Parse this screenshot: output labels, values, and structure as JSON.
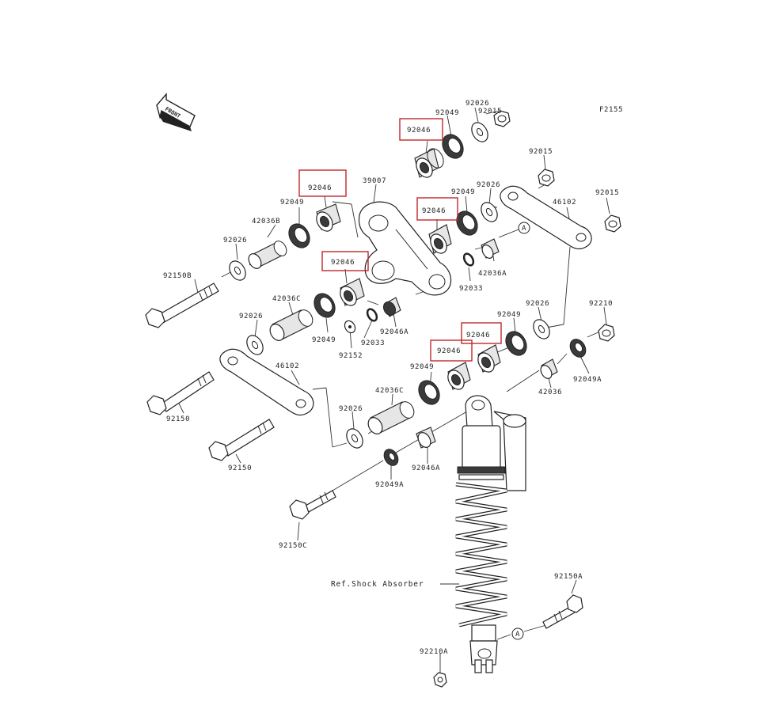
{
  "figure_code": "F2155",
  "front_label": "FRONT",
  "ref_label": "Ref.Shock Absorber",
  "circle_ref": "A",
  "highlight_color": "#c0282d",
  "labels": {
    "l92015a": "92015",
    "l92026a": "92026",
    "l92049a": "92049",
    "l92046a": "92046",
    "l92015b": "92015",
    "l92015c": "92015",
    "l46102a": "46102",
    "l92026b": "92026",
    "l92049b": "92049",
    "l92046b": "92046",
    "l39007": "39007",
    "l92046c": "92046",
    "l92049c": "92049",
    "l42036b": "42036B",
    "l92026c": "92026",
    "l92150b": "92150B",
    "l42036a": "42036A",
    "l92046d": "92046",
    "l92033a": "92033",
    "l42036c": "42036C",
    "l92026d": "92026",
    "l92049d": "92049",
    "l92033b": "92033",
    "l92046a2": "92046A",
    "l92152": "92152",
    "l92049e": "92049",
    "l92026e": "92026",
    "l92210": "92210",
    "l92046e": "92046",
    "l92046f": "92046",
    "l92049f": "92049",
    "l92049a2": "92049A",
    "l42036": "42036",
    "l46102b": "46102",
    "l42036c2": "42036C",
    "l92150a": "92150",
    "l92026f": "92026",
    "l92150c": "92150",
    "l92046a3": "92046A",
    "l92049a3": "92049A",
    "l92150c2": "92150C",
    "l92150a2": "92150A",
    "l92210a": "92210A"
  }
}
